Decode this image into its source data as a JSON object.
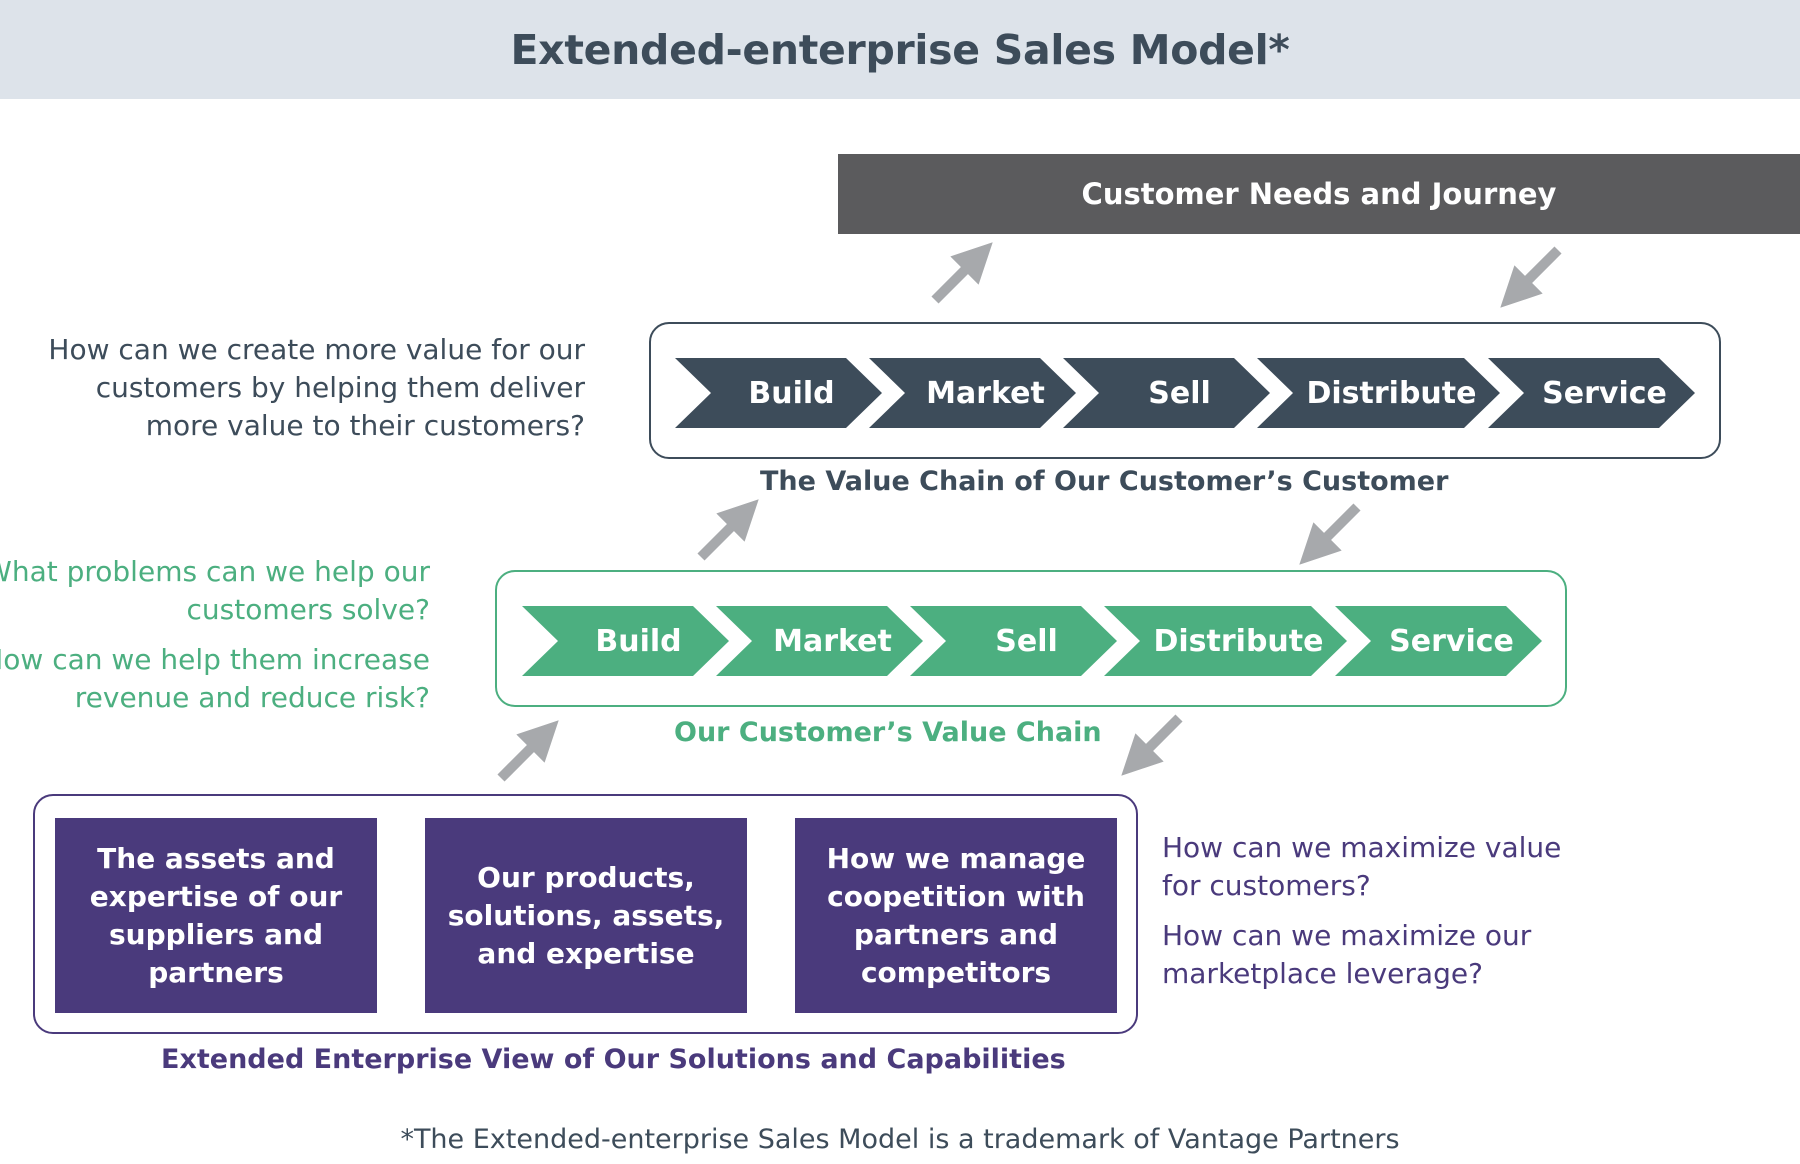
{
  "title": "Extended-enterprise Sales Model*",
  "journey_label": "Customer Needs and Journey",
  "top_chain": {
    "steps": [
      "Build",
      "Market",
      "Sell",
      "Distribute",
      "Service"
    ],
    "caption": "The Value Chain of Our Customer’s Customer",
    "question": [
      "How can we create more value for our",
      "customers by helping them deliver",
      "more value to their customers?"
    ]
  },
  "middle_chain": {
    "steps": [
      "Build",
      "Market",
      "Sell",
      "Distribute",
      "Service"
    ],
    "caption": "Our Customer’s Value Chain",
    "question1": [
      "What problems can we help our",
      "customers solve?"
    ],
    "question2": [
      "How can we help them increase",
      "revenue and reduce risk?"
    ]
  },
  "bottom": {
    "boxes": [
      "The assets and expertise of our suppliers and partners",
      "Our products, solutions, assets, and expertise",
      "How we manage coopetition with partners and competitors"
    ],
    "caption": "Extended Enterprise View of Our Solutions and Capabilities",
    "question1": [
      "How can we maximize value",
      "for customers?"
    ],
    "question2": [
      "How can we maximize our",
      "marketplace leverage?"
    ]
  },
  "footer": "*The Extended-enterprise Sales Model is a trademark of Vantage Partners",
  "colors": {
    "header_bg": "#dde3ea",
    "slate": "#3d4c5a",
    "green": "#4caf80",
    "purple": "#4a3a7c",
    "journey_bg": "#5b5b5d",
    "arrow": "#a7a9ac"
  }
}
